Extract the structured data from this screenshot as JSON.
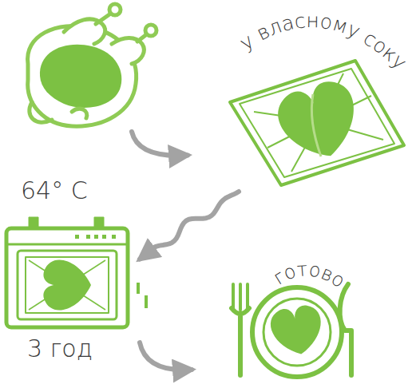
{
  "diagram": {
    "nodes": [
      {
        "text": []
      },
      {
        "text": [
          "у власному соку"
        ]
      },
      {
        "text": [
          "64° C",
          "3 год"
        ]
      },
      {
        "text": [
          "готово"
        ]
      }
    ],
    "edges": [
      {
        "from": 0,
        "to": 1,
        "arrow": "to"
      },
      {
        "from": 1,
        "to": 2,
        "arrow": "to"
      },
      {
        "from": 2,
        "to": 3,
        "arrow": "to"
      }
    ]
  }
}
